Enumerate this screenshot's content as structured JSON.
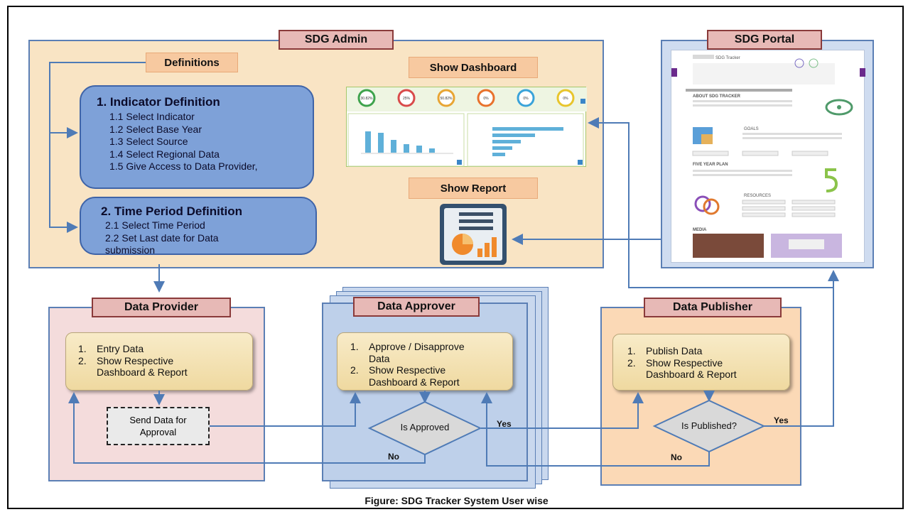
{
  "sdg_admin": {
    "title": "SDG Admin",
    "definitions_label": "Definitions",
    "indicator_definition": {
      "heading": "1. Indicator Definition",
      "items": [
        "1.1 Select Indicator",
        "1.2 Select Base Year",
        "1.3 Select Source",
        "1.4 Select Regional Data",
        "1.5 Give Access to Data Provider,"
      ]
    },
    "time_period_definition": {
      "heading": "2. Time Period Definition",
      "items": [
        "2.1 Select Time Period",
        "2.2 Set Last date for Data",
        "submission"
      ]
    },
    "show_dashboard_label": "Show Dashboard",
    "show_report_label": "Show Report",
    "dashboard_gauges": [
      "30.82%",
      "25%",
      "50.82%",
      "0%",
      "0%",
      "0%"
    ]
  },
  "sdg_portal": {
    "title": "SDG Portal",
    "logo_text": "SDG Tracker",
    "sections": [
      "ABOUT SDG TRACKER",
      "GOALS",
      "FIVE YEAR PLAN",
      "RESOURCES",
      "MEDIA"
    ]
  },
  "data_provider": {
    "title": "Data Provider",
    "items": [
      {
        "num": "1.",
        "text": "Entry Data"
      },
      {
        "num": "2.",
        "text": "Show Respective Dashboard & Report"
      }
    ],
    "send_box": "Send Data for Approval",
    "no_label": "No"
  },
  "data_approver": {
    "title": "Data Approver",
    "items": [
      {
        "num": "1.",
        "text": "Approve / Disapprove Data"
      },
      {
        "num": "2.",
        "text": "Show Respective Dashboard & Report"
      }
    ],
    "decision": "Is Approved",
    "yes_label": "Yes"
  },
  "data_publisher": {
    "title": "Data Publisher",
    "items": [
      {
        "num": "1.",
        "text": "Publish Data"
      },
      {
        "num": "2.",
        "text": "Show Respective Dashboard & Report"
      }
    ],
    "decision": "Is Published?",
    "yes_label": "Yes",
    "no_label": "No"
  },
  "caption": "Figure: SDG Tracker System User wise",
  "colors": {
    "arrow": "#4f7bb6",
    "admin_bg": "#f9e4c4",
    "provider_bg": "#f4dcdc",
    "approver_bg": "#c9d8ee",
    "publisher_bg": "#fbd9b6",
    "tag": "#e7b9b6"
  }
}
